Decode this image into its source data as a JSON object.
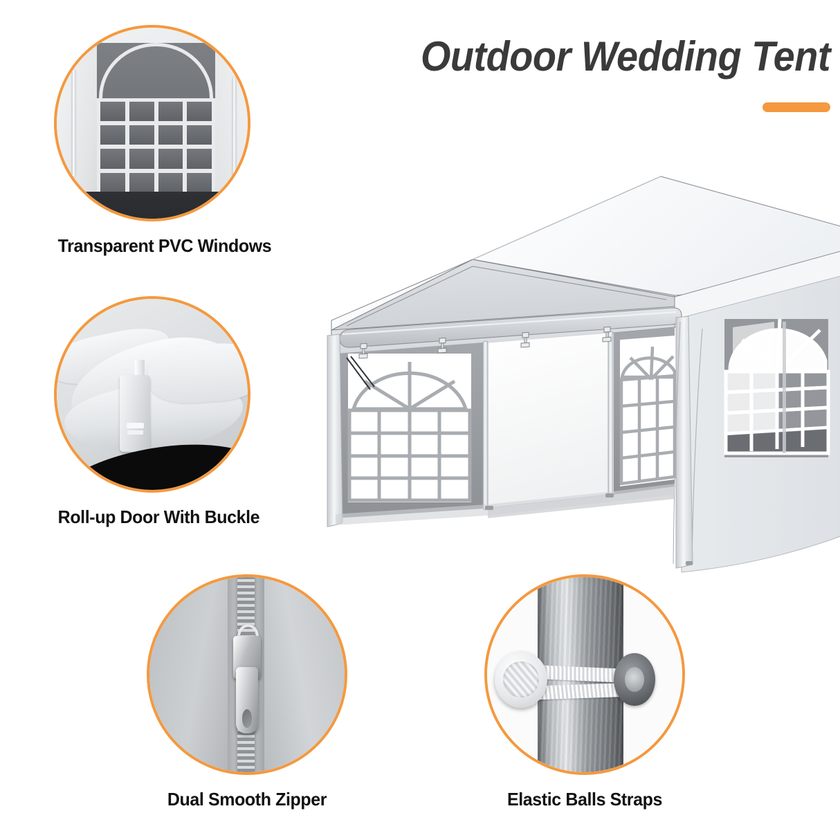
{
  "header": {
    "title": "Outdoor Wedding Tent",
    "accent_color": "#f4993f",
    "title_color": "#3a3a3a"
  },
  "features": [
    {
      "id": "transparent-pvc-windows",
      "caption": "Transparent PVC Windows",
      "icon": "pvc-window-photo",
      "ring_color": "#f4993f"
    },
    {
      "id": "roll-up-door-with-buckle",
      "caption": "Roll-up Door With Buckle",
      "icon": "buckle-photo",
      "ring_color": "#f4993f"
    },
    {
      "id": "dual-smooth-zipper",
      "caption": "Dual Smooth Zipper",
      "icon": "zipper-photo",
      "ring_color": "#f4993f"
    },
    {
      "id": "elastic-balls-straps",
      "caption": "Elastic Balls Straps",
      "icon": "elastic-ball-strap-photo",
      "ring_color": "#f4993f"
    }
  ],
  "product_image": {
    "name": "outdoor-wedding-tent-render",
    "description": "White party tent with gabled roof, rolled-up valance, arched PVC windows and open center doorway",
    "colors": {
      "roof_highlight": "#fdfdfd",
      "roof_shade": "#e8ebee",
      "gable": "#d4d8dc",
      "sidewall": "#9b9ea2",
      "window_frame": "#b7babd",
      "window_pane": "#ffffff",
      "door_panel": "#fafafa",
      "outline": "#6f7276"
    }
  }
}
